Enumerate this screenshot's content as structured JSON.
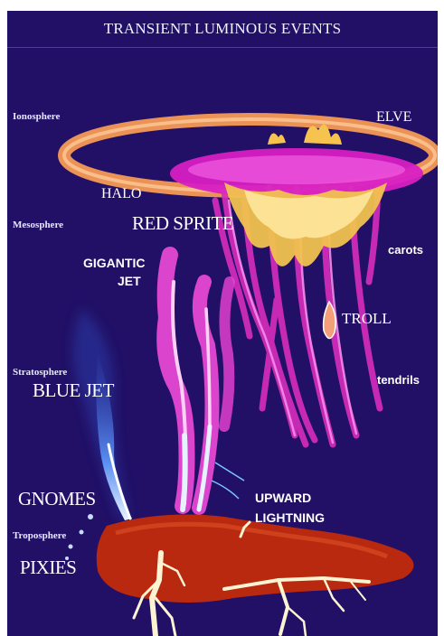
{
  "title": "TRANSIENT LUMINOUS EVENTS",
  "layers": {
    "ionosphere": "Ionosphere",
    "mesosphere": "Mesosphere",
    "stratosphere": "Stratosphere",
    "troposphere": "Troposphere"
  },
  "events": {
    "elve": "ELVE",
    "halo": "HALO",
    "red_sprite": "RED SPRITE",
    "gigantic_jet_line1": "GIGANTIC",
    "gigantic_jet_line2": "JET",
    "carots": "carots",
    "troll": "TROLL",
    "blue_jet": "BLUE JET",
    "tendrils": "tendrils",
    "gnomes": "GNOMES",
    "upward_lightning_line1": "UPWARD",
    "upward_lightning_line2": "LIGHTNING",
    "pixies": "PIXIES"
  },
  "colors": {
    "background": "#211066",
    "elve": "#f79a55",
    "halo": "#d81fc4",
    "sprite_core": "#f1c24f",
    "sprite_tendrils": "#d82dbd",
    "blue_jet": "#3a6fe0",
    "gigantic_jet": "#f04ad8",
    "storm_cloud": "#b8290f",
    "lightning": "#fbf3d2"
  }
}
